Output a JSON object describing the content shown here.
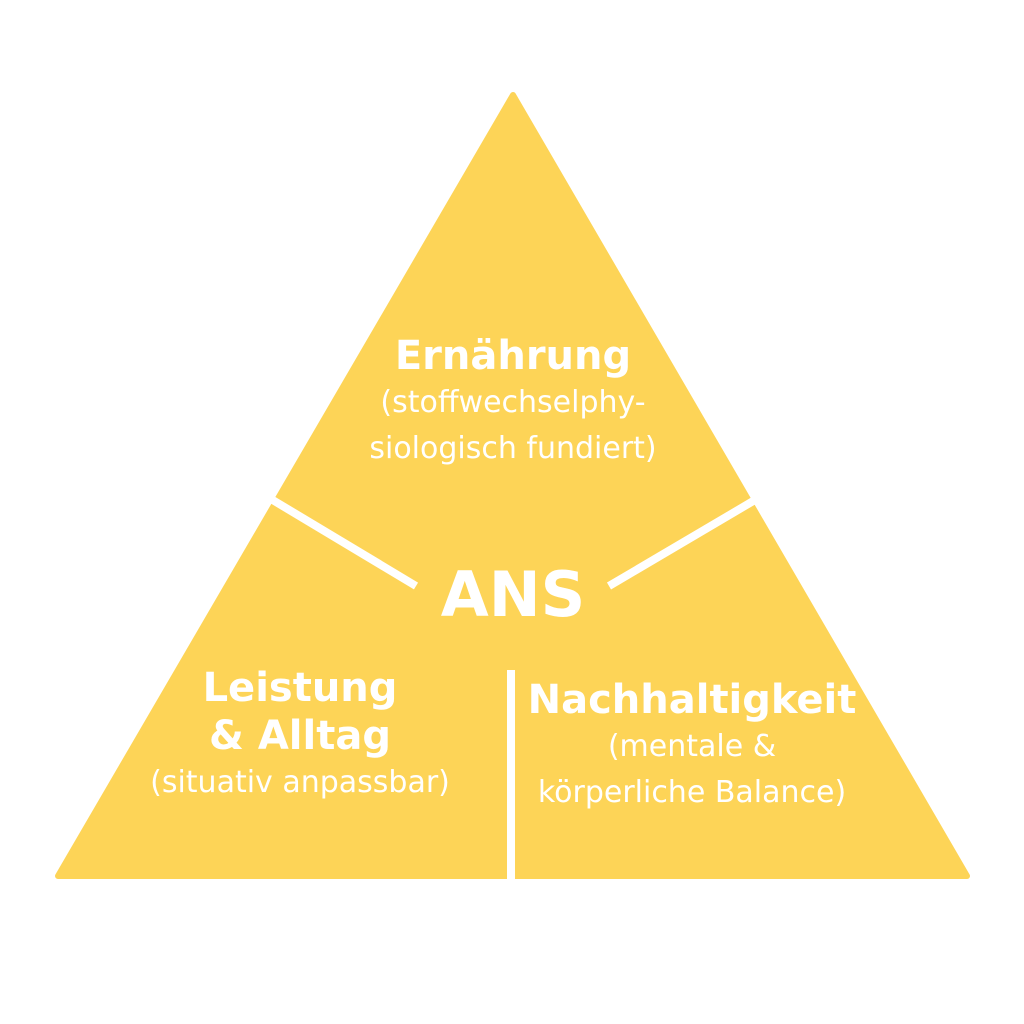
{
  "colors": {
    "fill": "#FDD457",
    "text": "#FFFFFF"
  },
  "center": {
    "label": "ANS"
  },
  "segments": [
    {
      "title": "Ernährung",
      "sub1": "(stoffwechselphy-",
      "sub2": "siologisch fundiert)"
    },
    {
      "title1": "Leistung",
      "title2": "& Alltag",
      "sub1": "(situativ anpassbar)"
    },
    {
      "title": "Nachhaltigkeit",
      "sub1": "(mentale &",
      "sub2": "körperliche Balance)"
    }
  ]
}
